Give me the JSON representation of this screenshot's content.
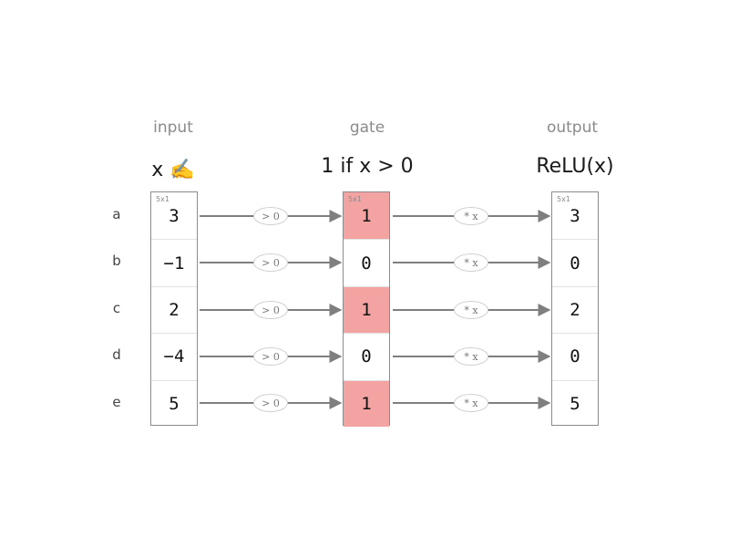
{
  "columns": {
    "input": {
      "header": "input",
      "formula": "x ✍️",
      "dim": "5x1"
    },
    "gate": {
      "header": "gate",
      "formula": "1 if x > 0",
      "dim": "5x1"
    },
    "output": {
      "header": "output",
      "formula": "ReLU(x)",
      "dim": "5x1"
    }
  },
  "row_labels": [
    "a",
    "b",
    "c",
    "d",
    "e"
  ],
  "input_values": [
    "3",
    "−1",
    "2",
    "−4",
    "5"
  ],
  "gate_values": [
    "1",
    "0",
    "1",
    "0",
    "1"
  ],
  "gate_active": [
    true,
    false,
    true,
    false,
    true
  ],
  "output_values": [
    "3",
    "0",
    "2",
    "0",
    "5"
  ],
  "ops": {
    "input_to_gate": "> 0",
    "gate_to_output": "* x"
  },
  "colors": {
    "gate_active_fill": "#f4a3a3",
    "arrow": "#7f7f7f",
    "border": "#8c8c8c"
  }
}
